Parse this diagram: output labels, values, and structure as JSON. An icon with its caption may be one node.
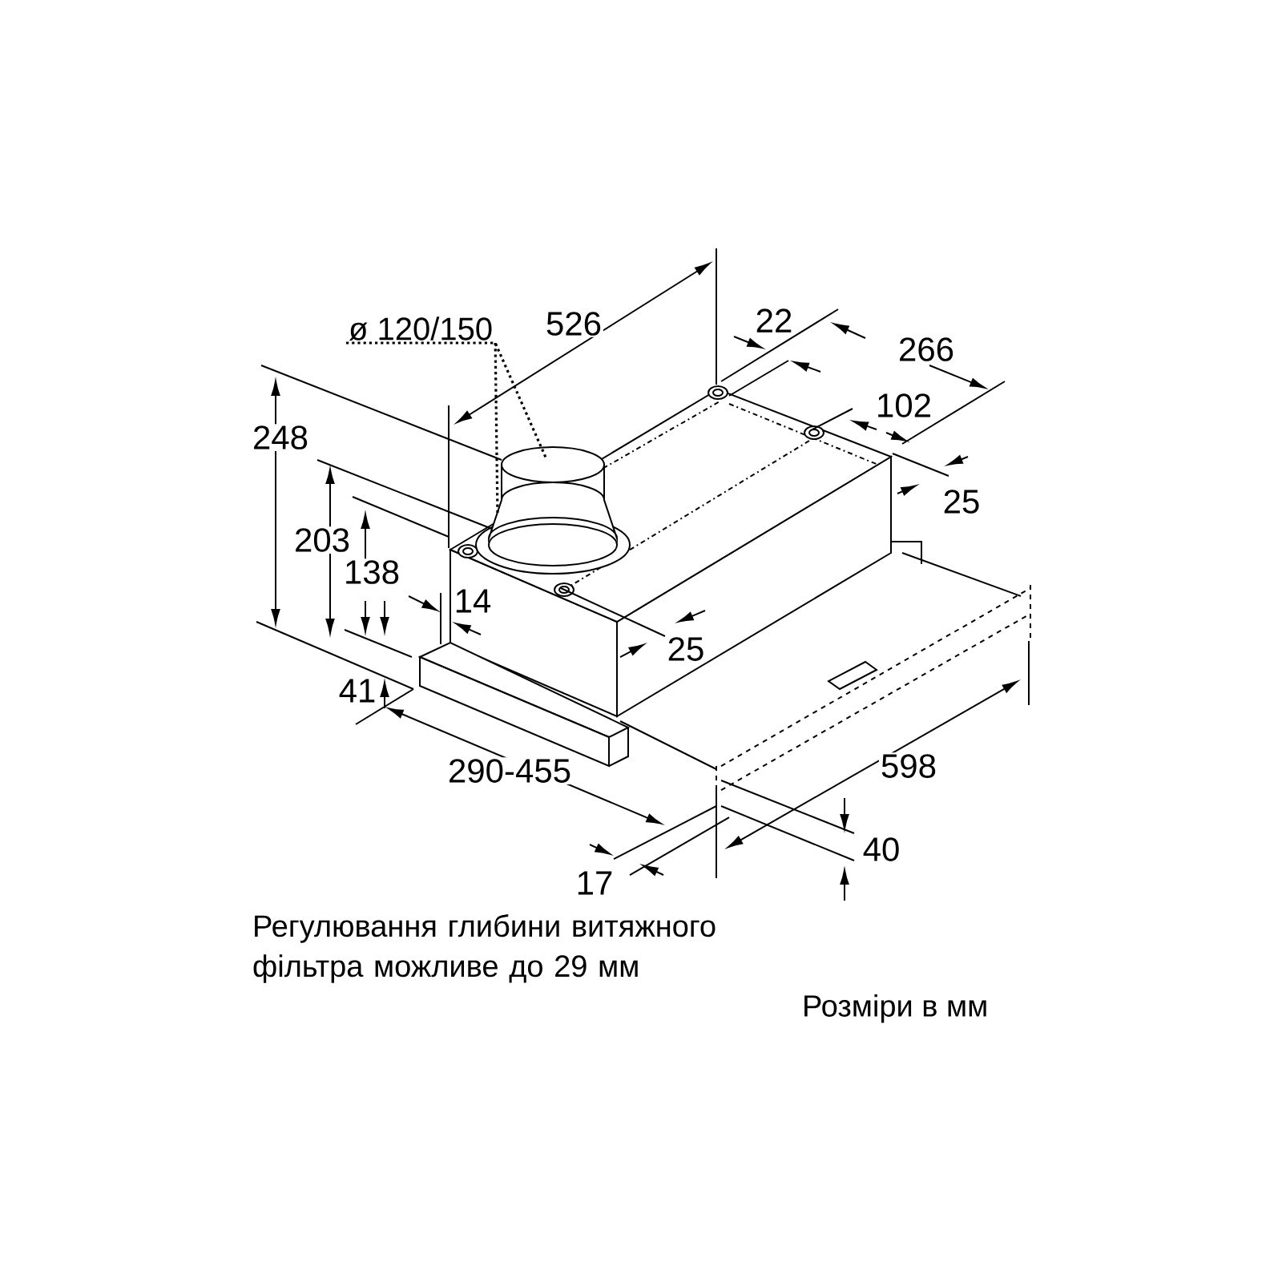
{
  "diagram": {
    "nodes": [
      {
        "text": [
          "ø 120/150"
        ]
      },
      {
        "text": [],
        "shape": "cylinder"
      }
    ],
    "edges": [
      {
        "from": 0,
        "to": 1,
        "arrow": "none"
      }
    ],
    "labels": [
      "526",
      "22",
      "266",
      "248",
      "102",
      "203",
      "25",
      "138",
      "14",
      "25",
      "41",
      "598",
      "290-455",
      "40",
      "17",
      "Регулювання глибини витяжного фільтра можливе до 29 мм",
      "Розміри в мм"
    ]
  }
}
